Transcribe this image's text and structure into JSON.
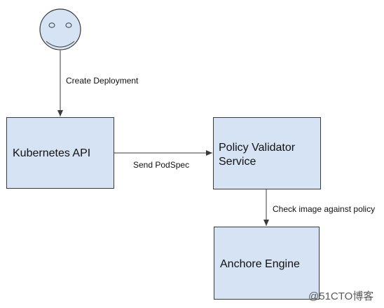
{
  "actor": {
    "icon": "smiley-face-icon",
    "fill": "#d6e3f4"
  },
  "nodes": {
    "k8s": "Kubernetes API",
    "policy": "Policy Validator\nService",
    "anchore": "Anchore Engine"
  },
  "edges": {
    "create": "Create Deployment",
    "podspec": "Send PodSpec",
    "check": "Check image against policy"
  },
  "watermark": "@51CTO博客",
  "colors": {
    "box_fill": "#d6e3f4",
    "stroke": "#3a3a3a"
  }
}
